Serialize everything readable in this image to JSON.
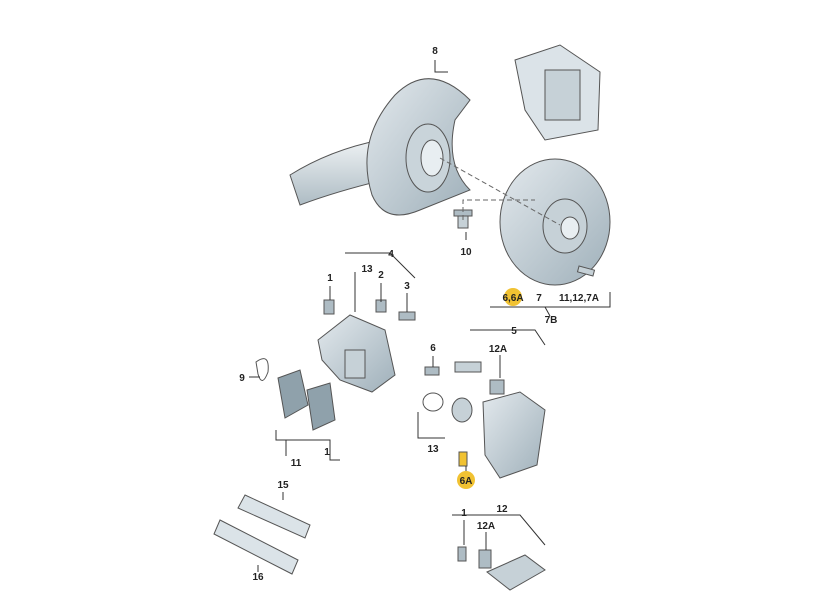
{
  "labels": {
    "l8": "8",
    "l10": "10",
    "l4": "4",
    "l13a": "13",
    "l2": "2",
    "l3": "3",
    "l1a": "1",
    "l9": "9",
    "l11a": "11",
    "l1b": "1",
    "l6_6A": "6,6A",
    "l7": "7",
    "l11_12_7A": "11,12,7A",
    "l7B": "7B",
    "l5": "5",
    "l6": "6",
    "l12A_a": "12A",
    "l13b": "13",
    "l6A": "6A",
    "l15": "15",
    "l16": "16",
    "l12": "12",
    "l1c": "1",
    "l12A_b": "12A"
  },
  "colors": {
    "part_fill": "#b9c7cf",
    "part_light": "#dbe3e8",
    "part_dark": "#8fa1ab",
    "highlight": "#f1c232"
  }
}
